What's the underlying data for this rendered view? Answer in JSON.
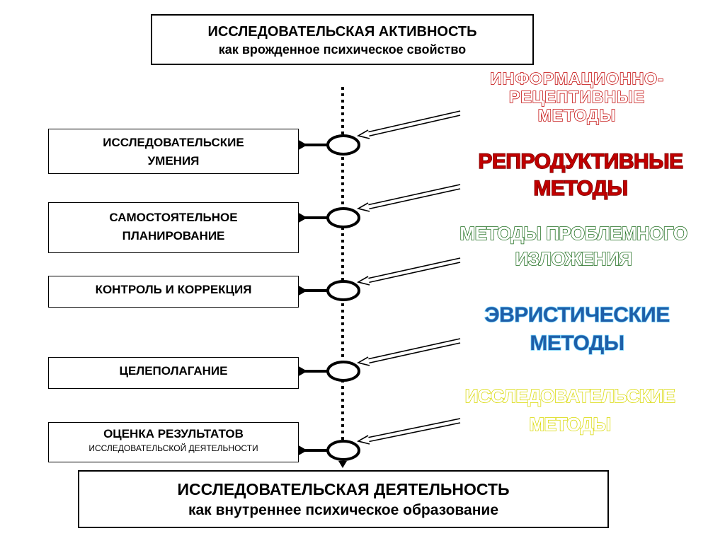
{
  "top_box": {
    "title": "ИССЛЕДОВАТЕЛЬСКАЯ АКТИВНОСТЬ",
    "subtitle": "как врожденное психическое свойство"
  },
  "bottom_box": {
    "title": "ИССЛЕДОВАТЕЛЬСКАЯ ДЕЯТЕЛЬНОСТЬ",
    "subtitle": "как внутреннее психическое образование"
  },
  "stages": [
    {
      "line1": "ИССЛЕДОВАТЕЛЬСКИЕ",
      "line2": "УМЕНИЯ"
    },
    {
      "line1": "САМОСТОЯТЕЛЬНОЕ",
      "line2": "ПЛАНИРОВАНИЕ"
    },
    {
      "line1": "КОНТРОЛЬ И КОРРЕКЦИЯ"
    },
    {
      "line1": "ЦЕЛЕПОЛАГАНИЕ"
    },
    {
      "line1": "ОЦЕНКА РЕЗУЛЬТАТОВ",
      "line2": "ИССЛЕДОВАТЕЛЬСКОЙ ДЕЯТЕЛЬНОСТИ"
    }
  ],
  "methods": [
    {
      "line1": "ИНФОРМАЦИОННО-",
      "line2": "РЕЦЕПТИВНЫЕ",
      "line3": "МЕТОДЫ",
      "fill": "#ffffff",
      "stroke": "#c00000"
    },
    {
      "line1": "РЕПРОДУКТИВНЫЕ",
      "line2": "МЕТОДЫ",
      "fill": "#c00000",
      "stroke": "#7a0000"
    },
    {
      "line1": "МЕТОДЫ ПРОБЛЕМНОГО",
      "line2": "ИЗЛОЖЕНИЯ",
      "fill": "#ffffff",
      "stroke": "#1a6b1a"
    },
    {
      "line1": "ЭВРИСТИЧЕСКИЕ",
      "line2": "МЕТОДЫ",
      "fill": "#1f5fa8",
      "stroke": "#6fd0ff"
    },
    {
      "line1": "ИССЛЕДОВАТЕЛЬСКИЕ",
      "line2": "МЕТОДЫ",
      "fill": "#ffffff",
      "stroke": "#d8d800"
    }
  ]
}
